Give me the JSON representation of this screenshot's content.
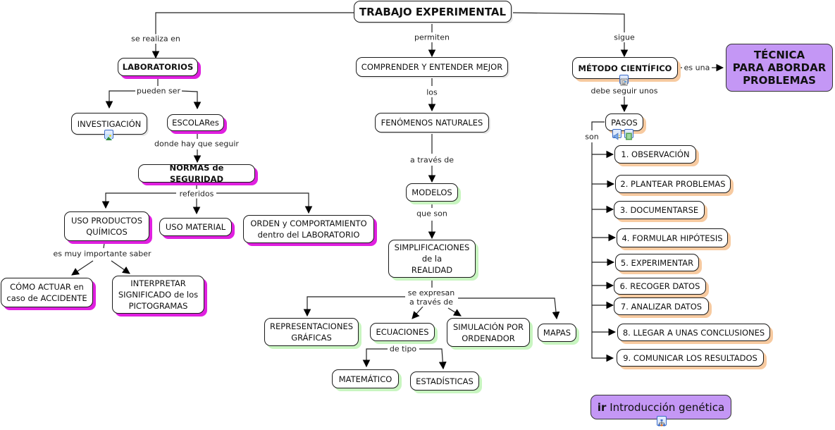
{
  "nodes": {
    "root": "TRABAJO EXPERIMENTAL",
    "laboratorios": "LABORATORIOS",
    "investigacion": "INVESTIGACIÓN",
    "escolares": "ESCOLARes",
    "normas": "NORMAS de SEGURIDAD",
    "uso_productos": "USO PRODUCTOS\nQUÍMICOS",
    "uso_material": "USO MATERIAL",
    "orden": "ORDEN y COMPORTAMIENTO\ndentro del LABORATORIO",
    "como_actuar": "CÓMO ACTUAR en\ncaso de ACCIDENTE",
    "interpretar": "INTERPRETAR\nSIGNIFICADO de los\nPICTOGRAMAS",
    "comprender": "COMPRENDER Y ENTENDER MEJOR",
    "fenomenos": "FENÓMENOS NATURALES",
    "modelos": "MODELOS",
    "simplificaciones": "SIMPLIFICACIONES\nde la\nREALIDAD",
    "representaciones": "REPRESENTACIONES\nGRÁFICAS",
    "ecuaciones": "ECUACIONES",
    "simulacion": "SIMULACIÓN POR\nORDENADOR",
    "mapas": "MAPAS",
    "matematico": "MATEMÁTICO",
    "estadisticas": "ESTADÍSTICAS",
    "metodo": "MÉTODO CIENTÍFICO",
    "tecnica": "TÉCNICA\nPARA ABORDAR\nPROBLEMAS",
    "pasos": "PASOS",
    "paso1": "1. OBSERVACIÓN",
    "paso2": "2. PLANTEAR PROBLEMAS",
    "paso3": "3. DOCUMENTARSE",
    "paso4": "4. FORMULAR HIPÓTESIS",
    "paso5": "5. EXPERIMENTAR",
    "paso6": "6. RECOGER DATOS",
    "paso7": "7. ANALIZAR DATOS",
    "paso8": "8. LLEGAR A UNAS CONCLUSIONES",
    "paso9": "9. COMUNICAR LOS RESULTADOS",
    "ir_link_prefix": "ir",
    "ir_link_text": "Introducción genética"
  },
  "links": {
    "se_realiza_en": "se realiza en",
    "permiten": "permiten",
    "sigue": "sigue",
    "pueden_ser": "pueden ser",
    "donde_hay": "donde hay que seguir",
    "referidos": "referidos",
    "es_muy_importante": "es muy importante saber",
    "los": "los",
    "a_traves_de": "a través de",
    "que_son": "que son",
    "se_expresan": "se expresan\na través de",
    "de_tipo": "de tipo",
    "es_una": "es una",
    "debe_seguir": "debe seguir unos",
    "son": "son"
  },
  "icons": {
    "investigacion": "image-icon",
    "metodo": "document-icon",
    "pasos_audio": "audio-icon",
    "pasos_video": "video-icon",
    "ir_link": "concept-map-icon"
  },
  "colors": {
    "pink_shadow": "#e020e0",
    "green_shadow": "#c8f5c0",
    "orange_shadow": "#f7caa0",
    "purple_fill": "#c497f5"
  }
}
